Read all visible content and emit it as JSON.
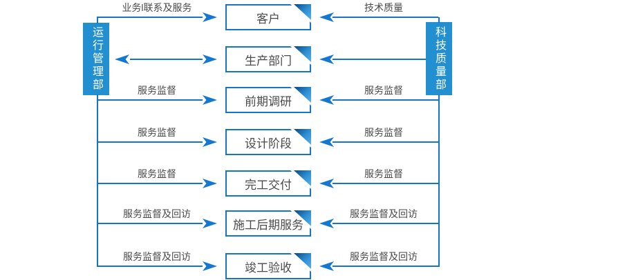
{
  "diagram": {
    "left_bar": {
      "label": "运行管理部"
    },
    "right_bar": {
      "label": "科技质量部"
    },
    "colors": {
      "bar_blue": "#2290d0",
      "line_blue": "#1474c8",
      "fold_dark": "#0d4c88",
      "fold_light": "#5bb0e6",
      "text_gray": "#4a4a4a"
    },
    "rows": [
      {
        "box": "客户",
        "left_label": "业务l联系及服务",
        "right_label": "技术质量"
      },
      {
        "box": "生产部门"
      },
      {
        "box": "前期调研",
        "left_label": "服务监督",
        "right_label": "服务监督"
      },
      {
        "box": "设计阶段",
        "left_label": "服务监督",
        "right_label": "服务监督"
      },
      {
        "box": "完工交付",
        "left_label": "服务监督",
        "right_label": "服务监督"
      },
      {
        "box": "施工后期服务",
        "left_label": "服务监督及回访",
        "right_label": "服务监督及回访"
      },
      {
        "box": "竣工验收",
        "left_label": "服务监督及回访",
        "right_label": "服务监督及回访"
      }
    ]
  }
}
